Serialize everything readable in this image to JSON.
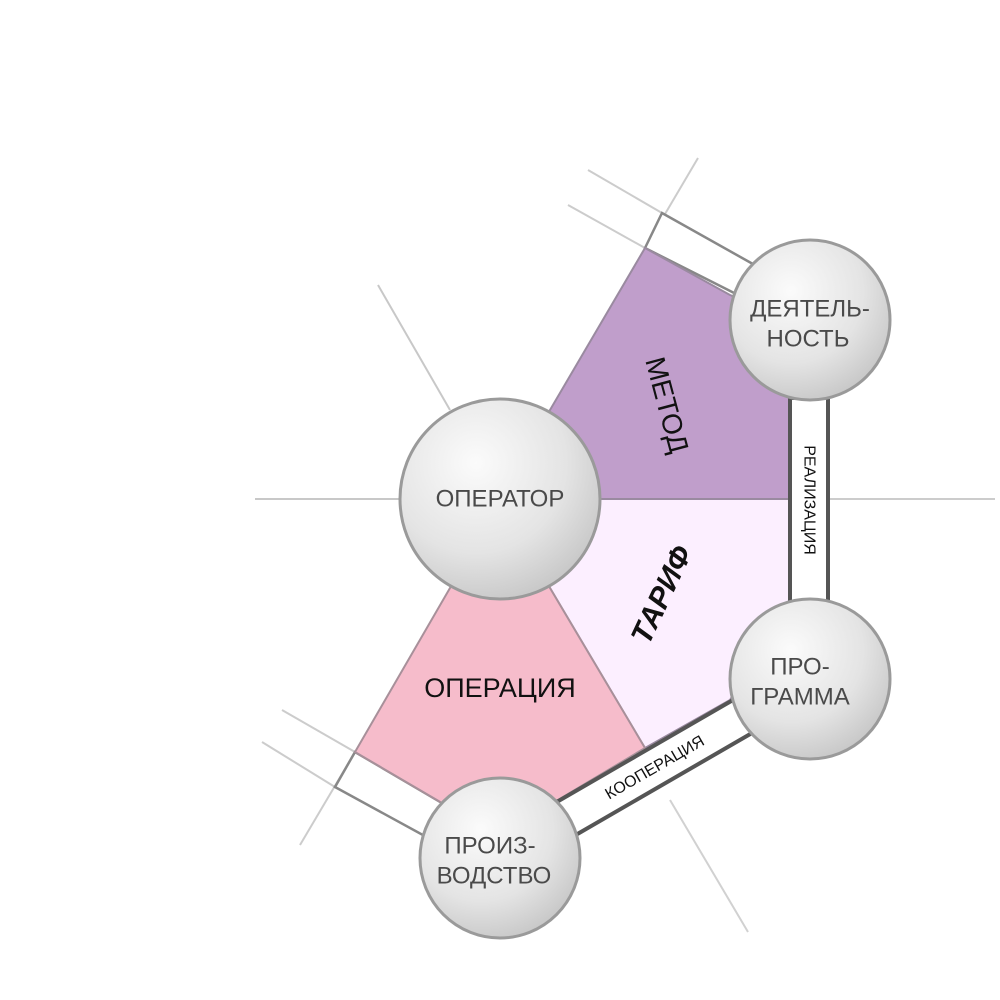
{
  "colors": {
    "metod_fill": "#c09ecb",
    "tarif_fill": "#fcefff",
    "operatsiya_fill": "#f6bccb",
    "node_fill_light": "#f7f7f7",
    "node_fill_dark": "#cfcfcf",
    "line": "#8a8a8a",
    "band_border": "#555555"
  },
  "sectors": {
    "metod": "МЕТОД",
    "tarif": "ТАРИФ",
    "operatsiya": "ОПЕРАЦИЯ"
  },
  "nodes": {
    "operator": {
      "line1": "ОПЕРАТОР"
    },
    "deyatelnost": {
      "line1": "ДЕЯТЕЛЬ-",
      "line2": "НОСТЬ"
    },
    "programma": {
      "line1": "ПРО-",
      "line2": "ГРАММА"
    },
    "proizvodstvo": {
      "line1": "ПРОИЗ-",
      "line2": "ВОДСТВО"
    }
  },
  "bands": {
    "realizatsiya": "РЕАЛИЗАЦИЯ",
    "kooperatsiya": "КООПЕРАЦИЯ"
  }
}
